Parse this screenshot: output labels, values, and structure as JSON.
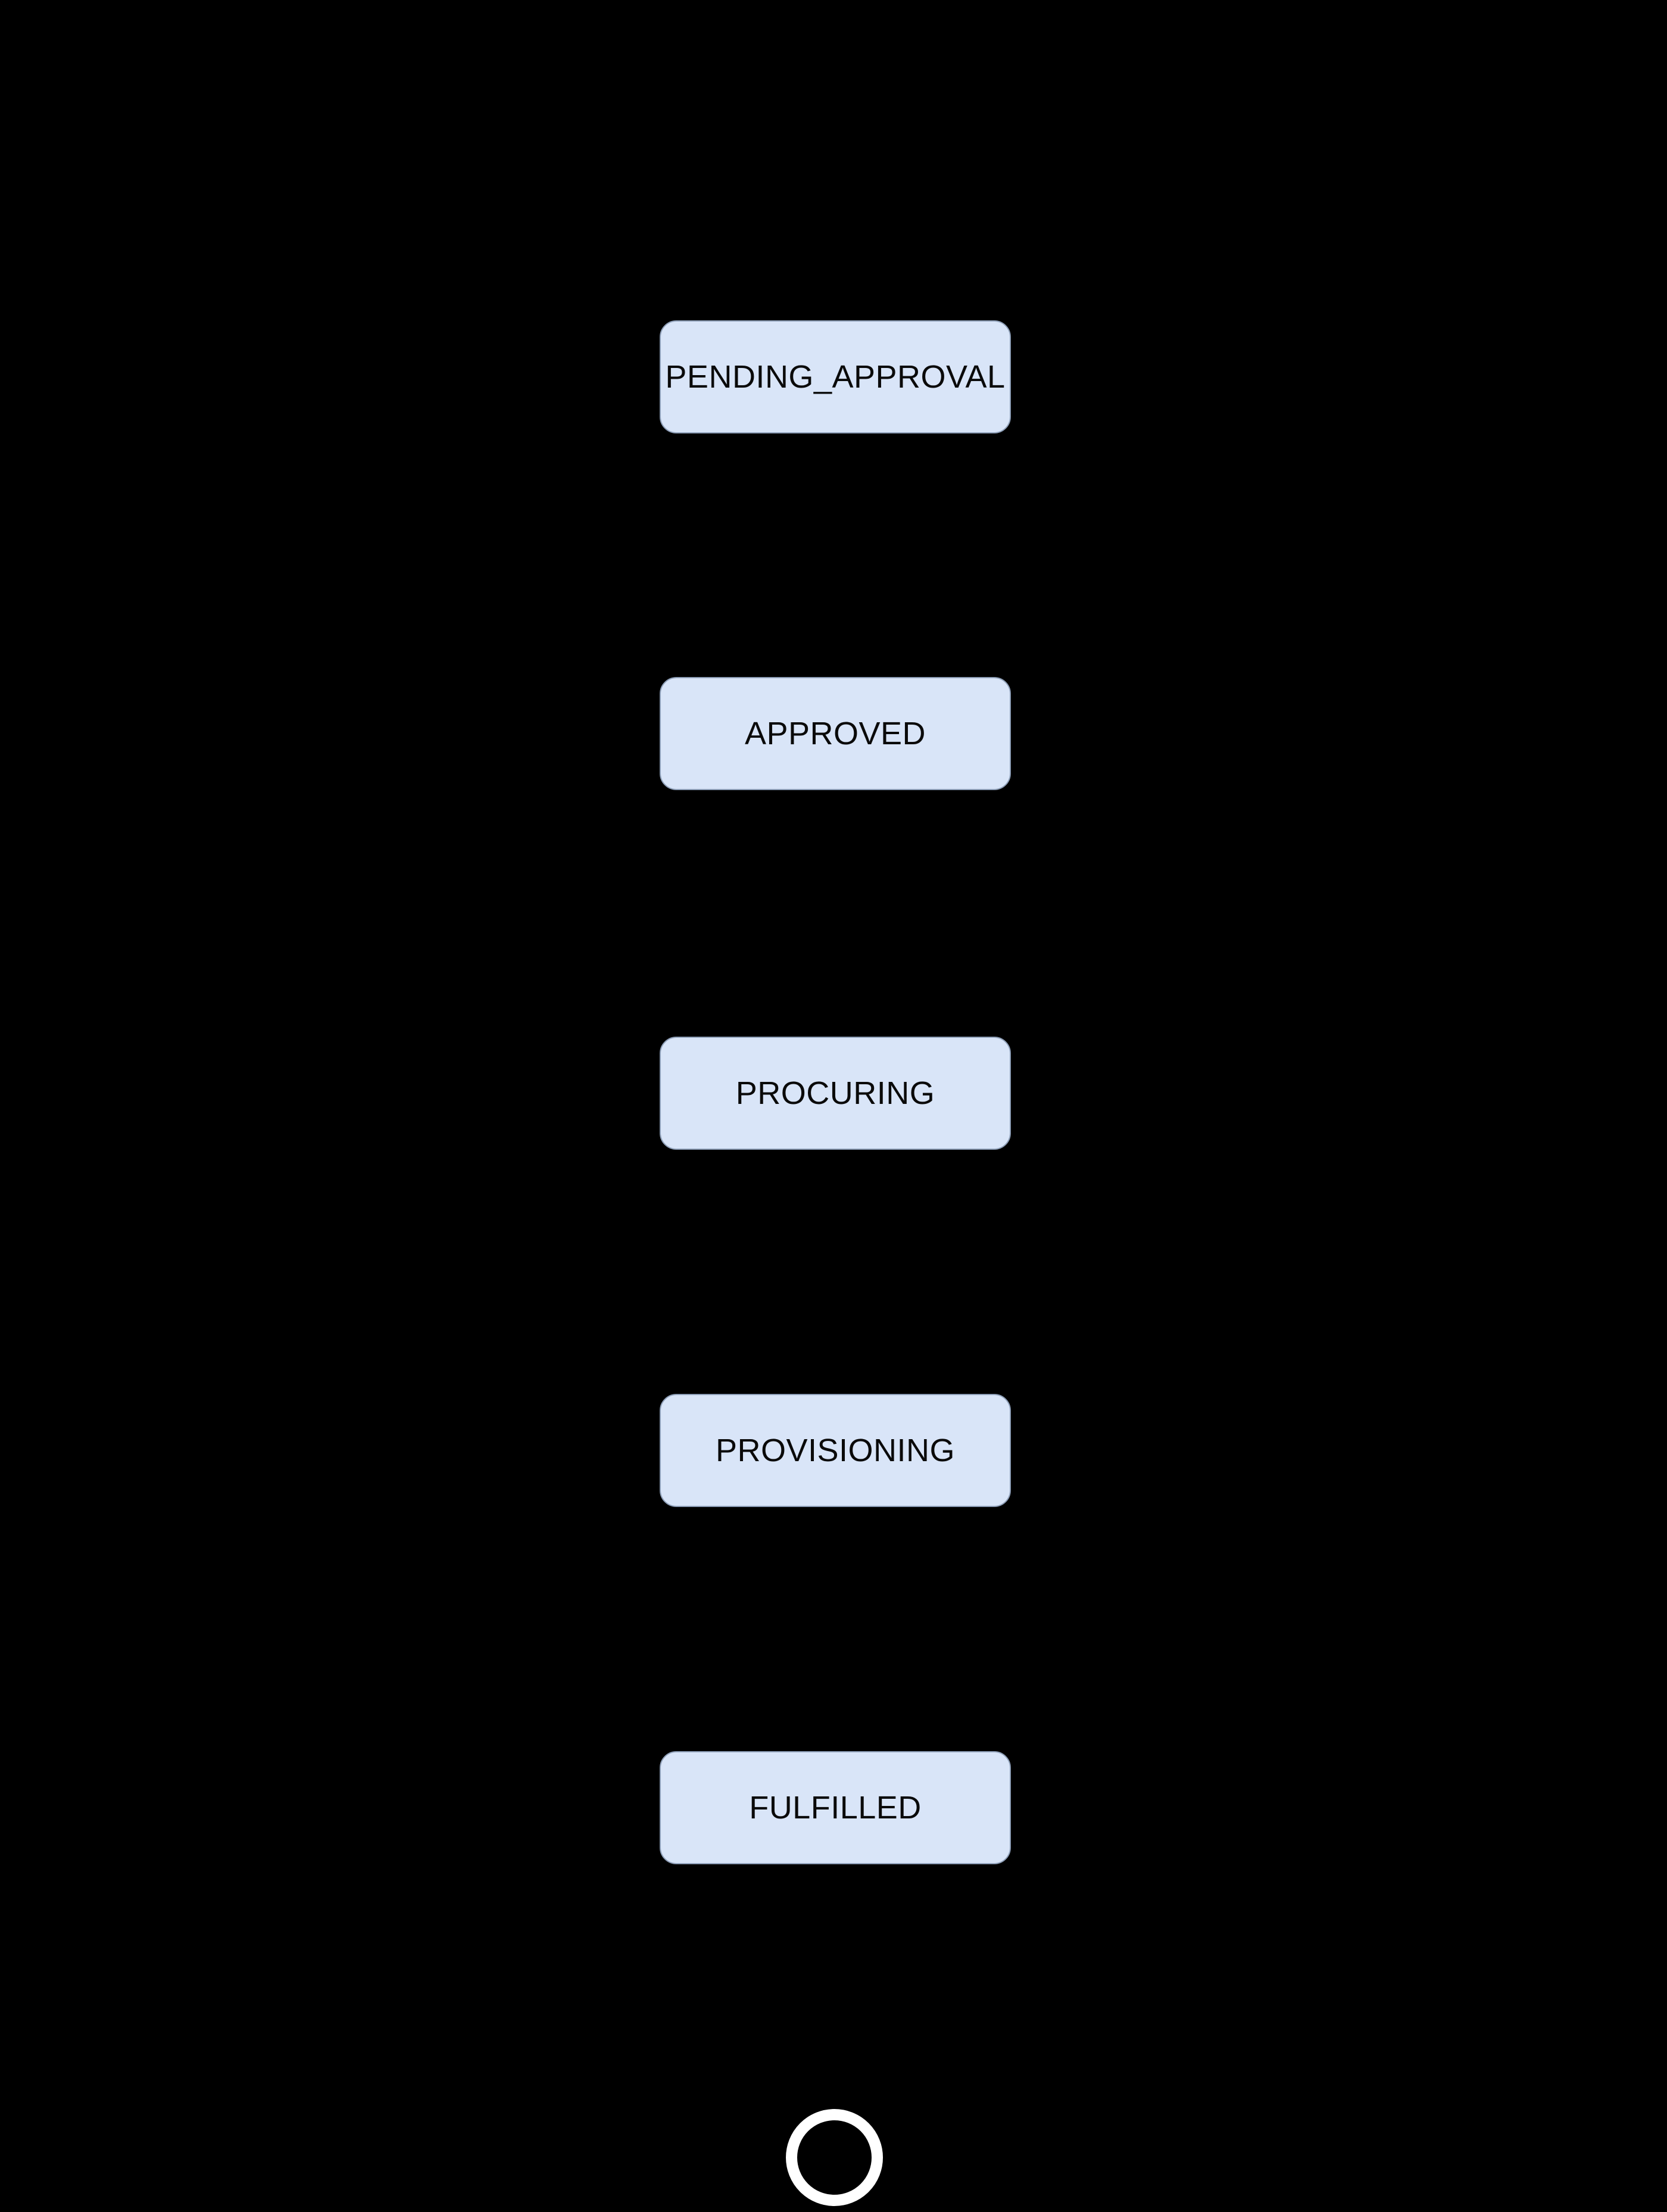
{
  "diagram": {
    "type": "state-flow",
    "orientation": "vertical",
    "states": [
      {
        "label": "PENDING_APPROVAL"
      },
      {
        "label": "APPROVED"
      },
      {
        "label": "PROCURING"
      },
      {
        "label": "PROVISIONING"
      },
      {
        "label": "FULFILLED"
      }
    ],
    "terminator": "final-state-ring",
    "colors": {
      "background": "#000000",
      "state_fill": "#d9e5f8",
      "state_border": "#8e9fb8",
      "state_text": "#0a0a0a",
      "final_ring": "#ffffff"
    }
  }
}
